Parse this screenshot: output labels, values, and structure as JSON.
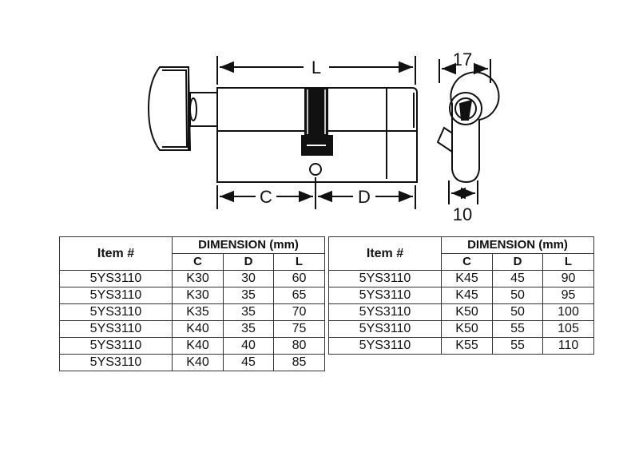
{
  "diagram": {
    "dim_labels": {
      "L": "L",
      "C": "C",
      "D": "D",
      "width_17": "17",
      "width_10": "10"
    }
  },
  "tables": [
    {
      "item_header": "Item #",
      "group_header": "DIMENSION (mm)",
      "columns": [
        "C",
        "D",
        "L"
      ],
      "rows": [
        [
          "5YS3110",
          "K30",
          "30",
          "60"
        ],
        [
          "5YS3110",
          "K30",
          "35",
          "65"
        ],
        [
          "5YS3110",
          "K35",
          "35",
          "70"
        ],
        [
          "5YS3110",
          "K40",
          "35",
          "75"
        ],
        [
          "5YS3110",
          "K40",
          "40",
          "80"
        ],
        [
          "5YS3110",
          "K40",
          "45",
          "85"
        ]
      ]
    },
    {
      "item_header": "Item #",
      "group_header": "DIMENSION (mm)",
      "columns": [
        "C",
        "D",
        "L"
      ],
      "rows": [
        [
          "5YS3110",
          "K45",
          "45",
          "90"
        ],
        [
          "5YS3110",
          "K45",
          "50",
          "95"
        ],
        [
          "5YS3110",
          "K50",
          "50",
          "100"
        ],
        [
          "5YS3110",
          "K50",
          "55",
          "105"
        ],
        [
          "5YS3110",
          "K55",
          "55",
          "110"
        ]
      ]
    }
  ]
}
